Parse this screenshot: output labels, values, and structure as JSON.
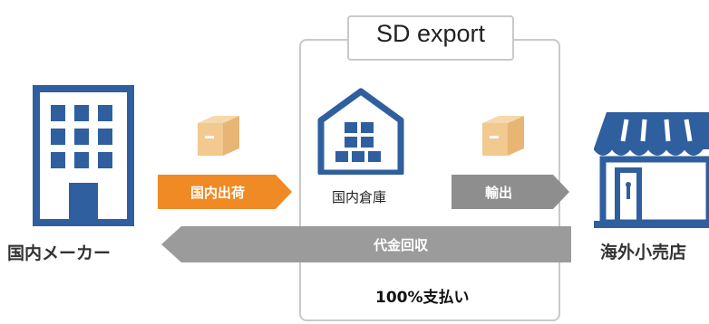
{
  "brand_box": {
    "title": "SD export"
  },
  "nodes": {
    "maker": {
      "label": "国内メーカー",
      "icon": "building-icon"
    },
    "warehouse": {
      "label": "国内倉庫",
      "icon": "warehouse-icon"
    },
    "retailer": {
      "label": "海外小売店",
      "icon": "storefront-icon"
    }
  },
  "flows": {
    "domestic_shipment": {
      "label": "国内出荷",
      "color": "#f08a24"
    },
    "export": {
      "label": "輸出",
      "color": "#8e8e8e"
    },
    "payment": {
      "label": "代金回収",
      "color": "#9b9b9b"
    }
  },
  "payment_note": "100%支払い",
  "colors": {
    "icon_blue": "#2f5f9e",
    "box_tan": "#f2c98f",
    "frame_gray": "#c9c9c9"
  }
}
